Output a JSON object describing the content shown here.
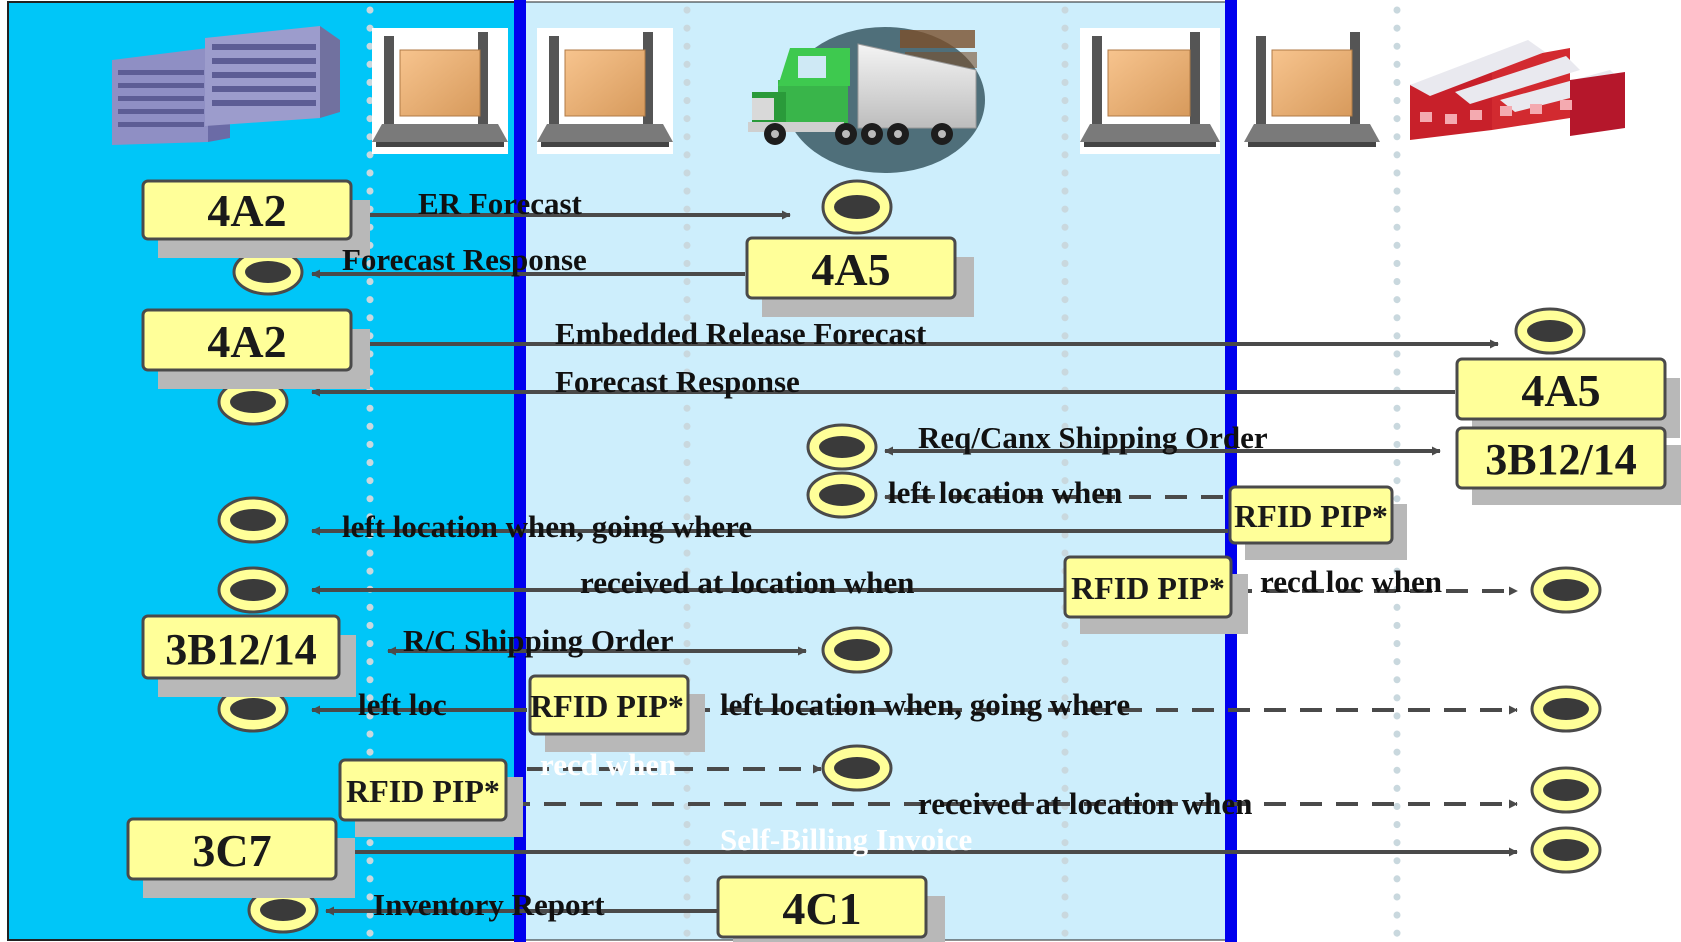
{
  "colors": {
    "left_panel": "#00c6f8",
    "center_panel": "#cdeefc",
    "partition_line": "#0000ee",
    "box_fill": "#ffff99",
    "box_shadow": "#b8b8b8",
    "arrow": "#4a4a4a"
  },
  "icons": [
    "office-buildings-icon",
    "pallet-scanner-icon",
    "truck-icon",
    "factory-icon"
  ],
  "pips": {
    "p4a2_top": "4A2",
    "p4a5_top": "4A5",
    "p4a2_mid": "4A2",
    "p4a5_right": "4A5",
    "p3b12_right": "3B12/14",
    "rfid_right": "RFID PIP*",
    "rfid_center": "RFID PIP*",
    "p3b12_left": "3B12/14",
    "rfid_mid_left": "RFID PIP*",
    "rfid_left": "RFID PIP*",
    "p3c7": "3C7",
    "p4c1": "4C1"
  },
  "messages": {
    "er_forecast": "ER Forecast",
    "forecast_response_1": "Forecast Response",
    "embedded_release_forecast": "Embedded Release Forecast",
    "forecast_response_2": "Forecast Response",
    "req_canx_shipping_order": "Req/Canx Shipping Order",
    "left_location_when": "left location when",
    "left_location_when_going_where_1": "left location when, going where",
    "received_at_location_when_1": "received at location when",
    "recd_loc_when": "recd loc when",
    "rc_shipping_order": "R/C Shipping Order",
    "left_loc": "left loc",
    "left_location_when_going_where_2": "left location when, going where",
    "recd_when": "recd when",
    "received_at_location_when_2": "received at location when",
    "self_billing_invoice": "Self-Billing Invoice",
    "inventory_report": "Inventory Report"
  }
}
